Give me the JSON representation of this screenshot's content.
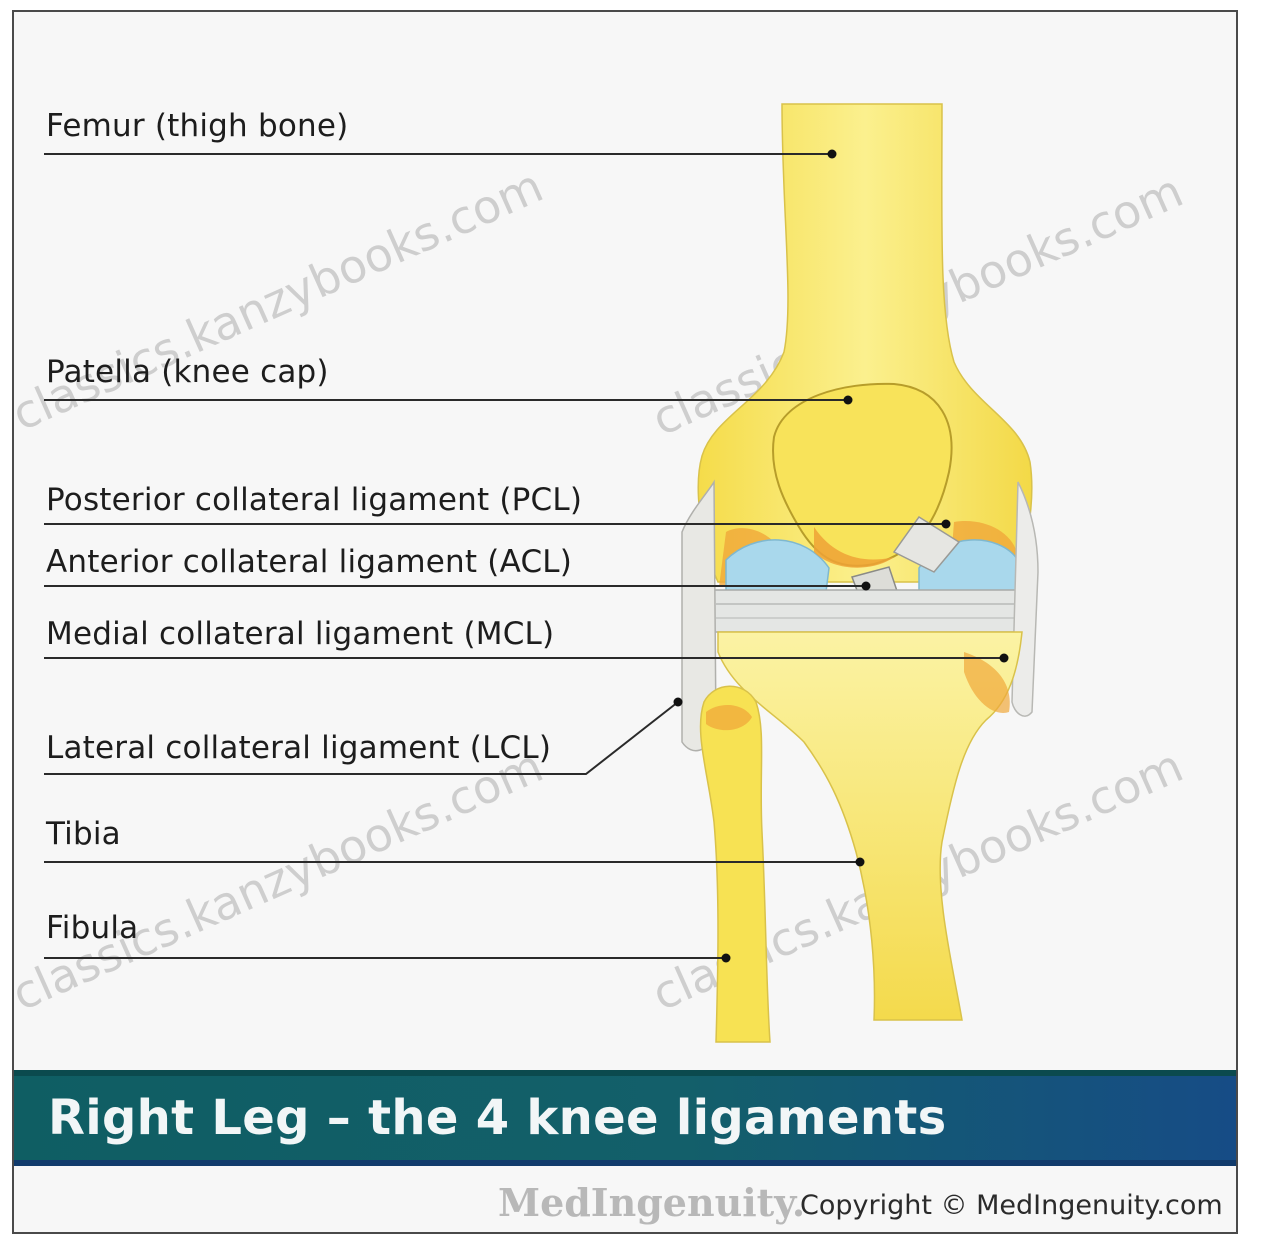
{
  "labels": {
    "femur": "Femur (thigh bone)",
    "patella": "Patella (knee cap)",
    "pcl": "Posterior collateral ligament (PCL)",
    "acl": "Anterior collateral ligament (ACL)",
    "mcl": "Medial collateral ligament (MCL)",
    "lcl": "Lateral collateral ligament (LCL)",
    "tibia": "Tibia",
    "fibula": "Fibula"
  },
  "title": "Right Leg – the 4 knee ligaments",
  "brand": "MedIngenuity.",
  "copyright": "Copyright © MedIngenuity.com",
  "watermark": "classics.kanzybooks.com",
  "colors": {
    "bone": "#f8e35a",
    "bone_light": "#fbf09a",
    "cartilage": "#a9d8ec",
    "ligament": "#d7dad8",
    "title_band": "#0f5e63",
    "title_band_end": "#164c86"
  }
}
